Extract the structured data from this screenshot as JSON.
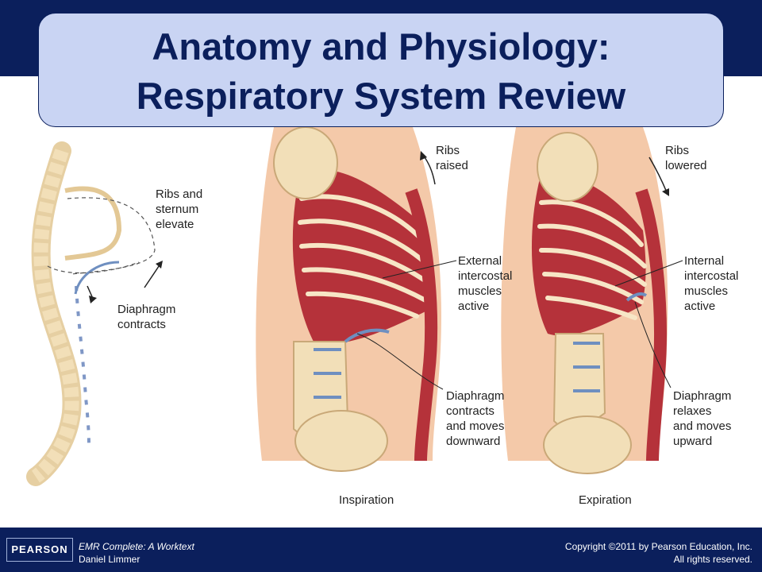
{
  "slide": {
    "title_line1": "Anatomy and Physiology:",
    "title_line2": "Respiratory System Review"
  },
  "diagram": {
    "left_labels": {
      "ribs_sternum": "Ribs and\nsternum\nelevate",
      "diaphragm": "Diaphragm\ncontracts"
    },
    "inspiration": {
      "ribs": "Ribs\nraised",
      "muscles": "External\nintercostal\nmuscles\nactive",
      "diaphragm": "Diaphragm\ncontracts\nand moves\ndownward",
      "caption": "Inspiration"
    },
    "expiration": {
      "ribs": "Ribs\nlowered",
      "muscles": "Internal\nintercostal\nmuscles\nactive",
      "diaphragm": "Diaphragm\nrelaxes\nand moves\nupward",
      "caption": "Expiration"
    }
  },
  "footer": {
    "logo_text": "PEARSON",
    "book_title": "EMR Complete: A Worktext",
    "author": "Daniel Limmer",
    "copyright": "Copyright ©2011 by Pearson Education, Inc.",
    "rights": "All rights reserved."
  },
  "colors": {
    "navy": "#0b1f5c",
    "title_fill": "#c9d4f3",
    "muscle": "#b5323a",
    "bone": "#f2dfb8",
    "skin": "#f4c9a9",
    "cartilage": "#6f8fc0"
  }
}
